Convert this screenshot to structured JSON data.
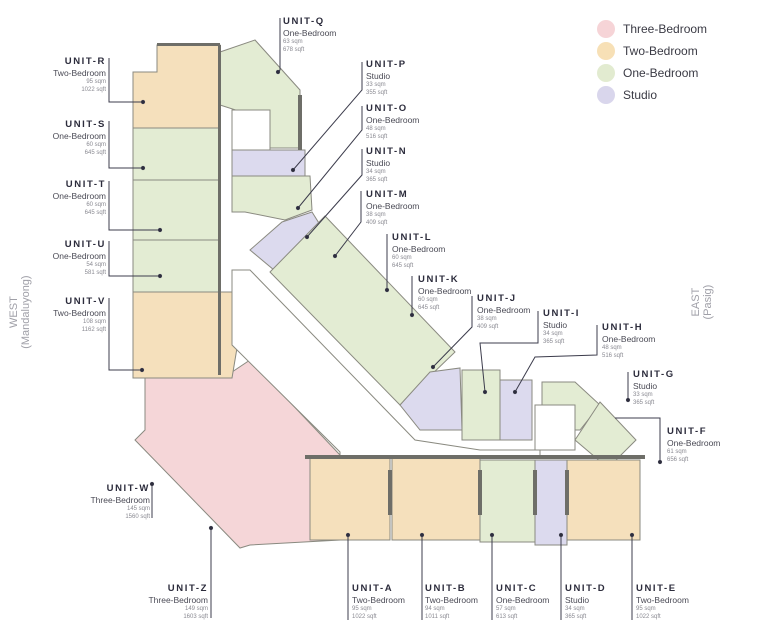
{
  "legend": [
    {
      "label": "Three-Bedroom",
      "color": "#f6d4d7"
    },
    {
      "label": "Two-Bedroom",
      "color": "#f7e0b6"
    },
    {
      "label": "One-Bedroom",
      "color": "#e2ebd0"
    },
    {
      "label": "Studio",
      "color": "#d9d6ec"
    }
  ],
  "directions": {
    "west": "WEST",
    "west_sub": "(Mandaluyong)",
    "east": "EAST",
    "east_sub": "(Pasig)"
  },
  "units": {
    "Q": {
      "name": "UNIT-Q",
      "type": "One-Bedroom",
      "sqm": "63 sqm",
      "sqft": "678 sqft"
    },
    "R": {
      "name": "UNIT-R",
      "type": "Two-Bedroom",
      "sqm": "95 sqm",
      "sqft": "1022 sqft"
    },
    "S": {
      "name": "UNIT-S",
      "type": "One-Bedroom",
      "sqm": "60 sqm",
      "sqft": "645 sqft"
    },
    "T": {
      "name": "UNIT-T",
      "type": "One-Bedroom",
      "sqm": "60 sqm",
      "sqft": "645 sqft"
    },
    "U": {
      "name": "UNIT-U",
      "type": "One-Bedroom",
      "sqm": "54 sqm",
      "sqft": "581 sqft"
    },
    "V": {
      "name": "UNIT-V",
      "type": "Two-Bedroom",
      "sqm": "108 sqm",
      "sqft": "1162 sqft"
    },
    "W": {
      "name": "UNIT-W",
      "type": "Three-Bedroom",
      "sqm": "145 sqm",
      "sqft": "1560 sqft"
    },
    "Z": {
      "name": "UNIT-Z",
      "type": "Three-Bedroom",
      "sqm": "149 sqm",
      "sqft": "1603 sqft"
    },
    "P": {
      "name": "UNIT-P",
      "type": "Studio",
      "sqm": "33 sqm",
      "sqft": "355 sqft"
    },
    "O": {
      "name": "UNIT-O",
      "type": "One-Bedroom",
      "sqm": "48 sqm",
      "sqft": "516 sqft"
    },
    "N": {
      "name": "UNIT-N",
      "type": "Studio",
      "sqm": "34 sqm",
      "sqft": "365 sqft"
    },
    "M": {
      "name": "UNIT-M",
      "type": "One-Bedroom",
      "sqm": "38 sqm",
      "sqft": "409 sqft"
    },
    "L": {
      "name": "UNIT-L",
      "type": "One-Bedroom",
      "sqm": "60 sqm",
      "sqft": "645 sqft"
    },
    "K": {
      "name": "UNIT-K",
      "type": "One-Bedroom",
      "sqm": "60 sqm",
      "sqft": "645 sqft"
    },
    "J": {
      "name": "UNIT-J",
      "type": "One-Bedroom",
      "sqm": "38 sqm",
      "sqft": "409 sqft"
    },
    "I": {
      "name": "UNIT-I",
      "type": "Studio",
      "sqm": "34 sqm",
      "sqft": "365 sqft"
    },
    "H": {
      "name": "UNIT-H",
      "type": "One-Bedroom",
      "sqm": "48 sqm",
      "sqft": "516 sqft"
    },
    "G": {
      "name": "UNIT-G",
      "type": "Studio",
      "sqm": "33 sqm",
      "sqft": "365 sqft"
    },
    "F": {
      "name": "UNIT-F",
      "type": "One-Bedroom",
      "sqm": "61 sqm",
      "sqft": "656 sqft"
    },
    "A": {
      "name": "UNIT-A",
      "type": "Two-Bedroom",
      "sqm": "95 sqm",
      "sqft": "1022 sqft"
    },
    "B": {
      "name": "UNIT-B",
      "type": "Two-Bedroom",
      "sqm": "94 sqm",
      "sqft": "1011 sqft"
    },
    "C": {
      "name": "UNIT-C",
      "type": "One-Bedroom",
      "sqm": "57 sqm",
      "sqft": "613 sqft"
    },
    "D": {
      "name": "UNIT-D",
      "type": "Studio",
      "sqm": "34 sqm",
      "sqft": "365 sqft"
    },
    "E": {
      "name": "UNIT-E",
      "type": "Two-Bedroom",
      "sqm": "95 sqm",
      "sqft": "1022 sqft"
    }
  }
}
